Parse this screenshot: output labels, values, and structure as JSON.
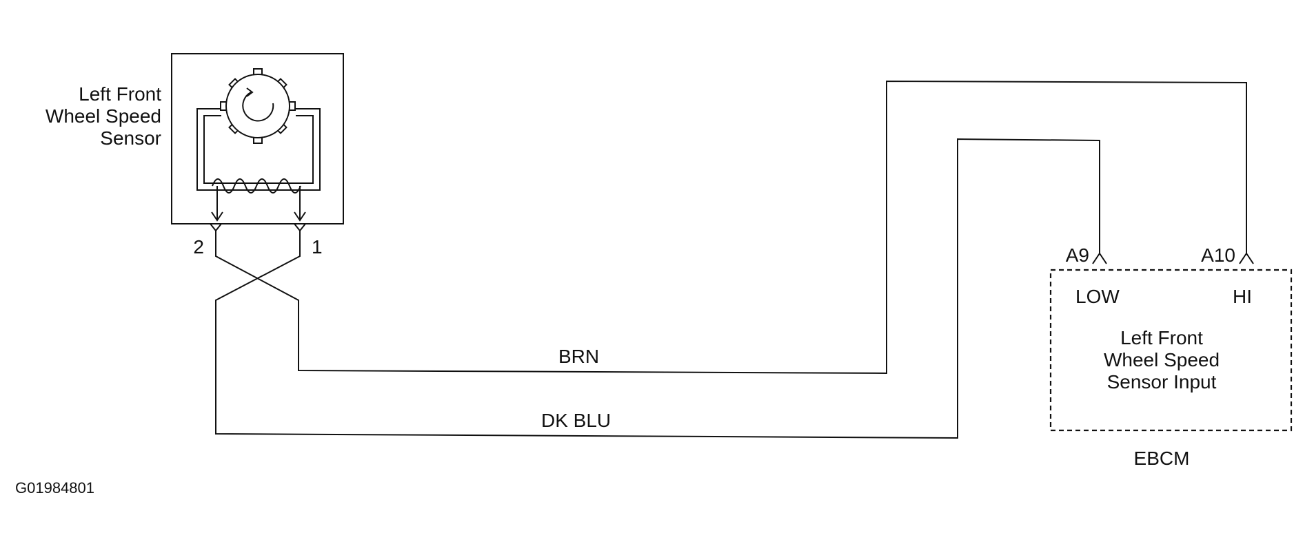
{
  "sensor": {
    "label_line1": "Left Front",
    "label_line2": "Wheel Speed",
    "label_line3": "Sensor"
  },
  "terminals": {
    "pin2": "2",
    "pin1": "1"
  },
  "wires": {
    "brn": "BRN",
    "dk_blu": "DK BLU"
  },
  "ebcm": {
    "pin_a9": "A9",
    "pin_a10": "A10",
    "low": "LOW",
    "hi": "HI",
    "input_line1": "Left Front",
    "input_line2": "Wheel Speed",
    "input_line3": "Sensor Input",
    "module_name": "EBCM"
  },
  "figure_id": "G01984801"
}
